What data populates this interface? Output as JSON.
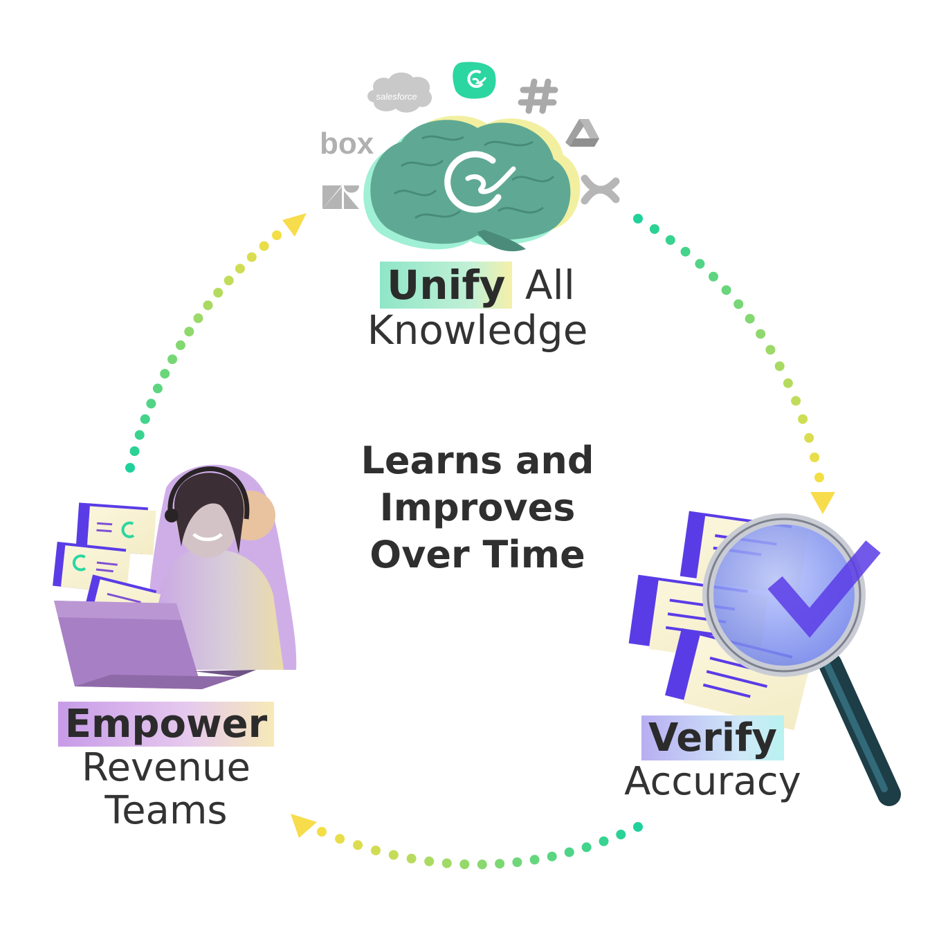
{
  "center_text": "Learns and Improves Over Time",
  "stages": {
    "unify": {
      "highlight": "Unify",
      "rest_line1": "All",
      "line2": "Knowledge"
    },
    "verify": {
      "highlight": "Verify",
      "line2": "Accuracy"
    },
    "empower": {
      "highlight": "Empower",
      "line2": "Revenue",
      "line3": "Teams"
    }
  },
  "logos": {
    "salesforce": "salesforce",
    "box": "box",
    "icons": [
      "guru-icon",
      "slack-icon",
      "google-drive-icon",
      "confluence-icon",
      "zendesk-icon"
    ]
  },
  "colors": {
    "dot_start": "#1fd19a",
    "dot_end": "#f3df45",
    "arrow": "#f7dc4c",
    "brand_teal": "#2bd6a0",
    "brain": "#5fa994",
    "purple": "#5a3ce6"
  }
}
